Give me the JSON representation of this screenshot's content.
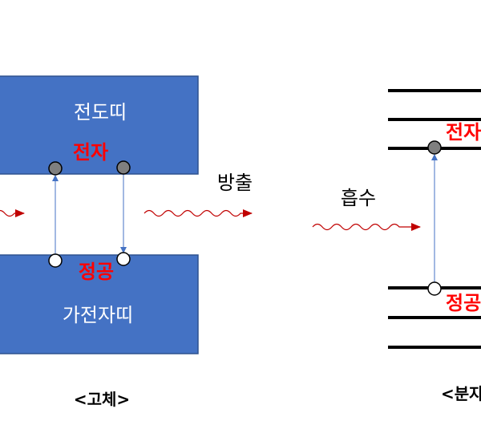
{
  "solid": {
    "conduction_band_label": "전도띠",
    "valence_band_label": "가전자띠",
    "electron_label": "전자",
    "hole_label": "정공",
    "caption": "<고체>"
  },
  "molecule": {
    "electron_label": "전자",
    "hole_label": "정공",
    "caption": "<분자>"
  },
  "emission_label": "방출",
  "absorption_label": "흡수",
  "colors": {
    "band_fill": "#4472C4",
    "band_stroke": "#2F528F",
    "highlight_text": "#FF0000",
    "wave": "#C00000",
    "arrow": "#4472C4",
    "electron_fill": "#7F7F7F"
  }
}
